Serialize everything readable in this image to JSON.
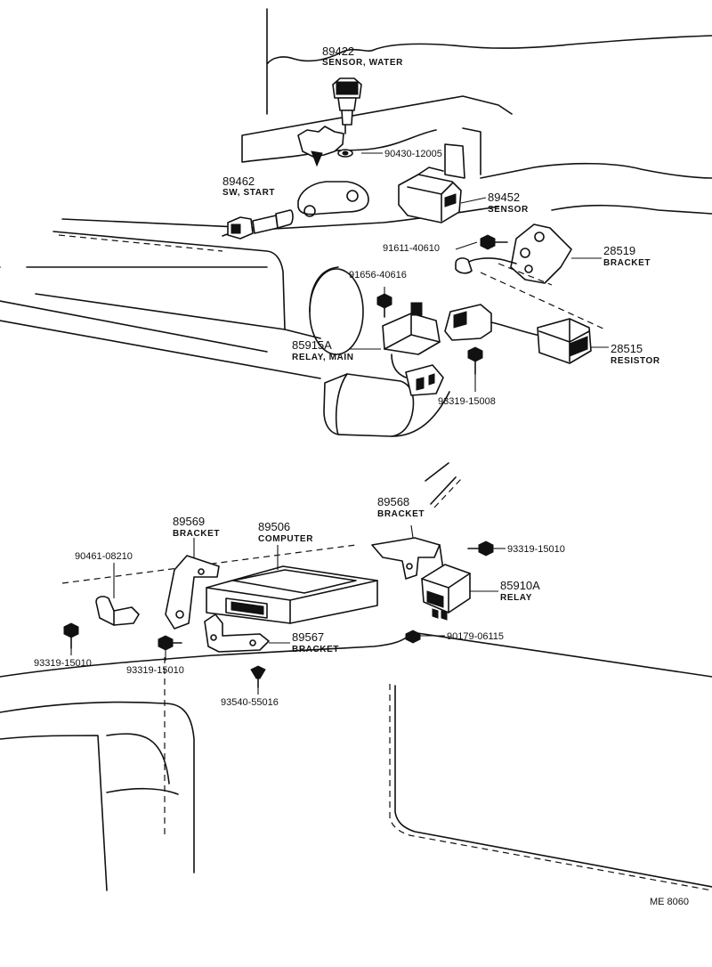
{
  "callouts": {
    "c89422": {
      "number": "89422",
      "label": "SENSOR, WATER"
    },
    "c90430": {
      "number": "90430-12005"
    },
    "c89462": {
      "number": "89462",
      "label": "SW, START"
    },
    "c89452": {
      "number": "89452",
      "label": "SENSOR"
    },
    "c91611": {
      "number": "91611-40610"
    },
    "c28519": {
      "number": "28519",
      "label": "BRACKET"
    },
    "c91656": {
      "number": "91656-40616"
    },
    "c85915A": {
      "number": "85915A",
      "label": "RELAY, MAIN"
    },
    "c28515": {
      "number": "28515",
      "label": "RESISTOR"
    },
    "c93319_15008": {
      "number": "93319-15008"
    },
    "c89568": {
      "number": "89568",
      "label": "BRACKET"
    },
    "c89569": {
      "number": "89569",
      "label": "BRACKET"
    },
    "c89506": {
      "number": "89506",
      "label": "COMPUTER"
    },
    "c93319_15010_a": {
      "number": "93319-15010"
    },
    "c90461": {
      "number": "90461-08210"
    },
    "c85910A": {
      "number": "85910A",
      "label": "RELAY"
    },
    "c93319_15010_b": {
      "number": "93319-15010"
    },
    "c93319_15010_c": {
      "number": "93319-15010"
    },
    "c89567": {
      "number": "89567",
      "label": "BRACKET"
    },
    "c90179": {
      "number": "90179-06115"
    },
    "c93540": {
      "number": "93540-55016"
    }
  },
  "diagram_code": "ME 8060"
}
